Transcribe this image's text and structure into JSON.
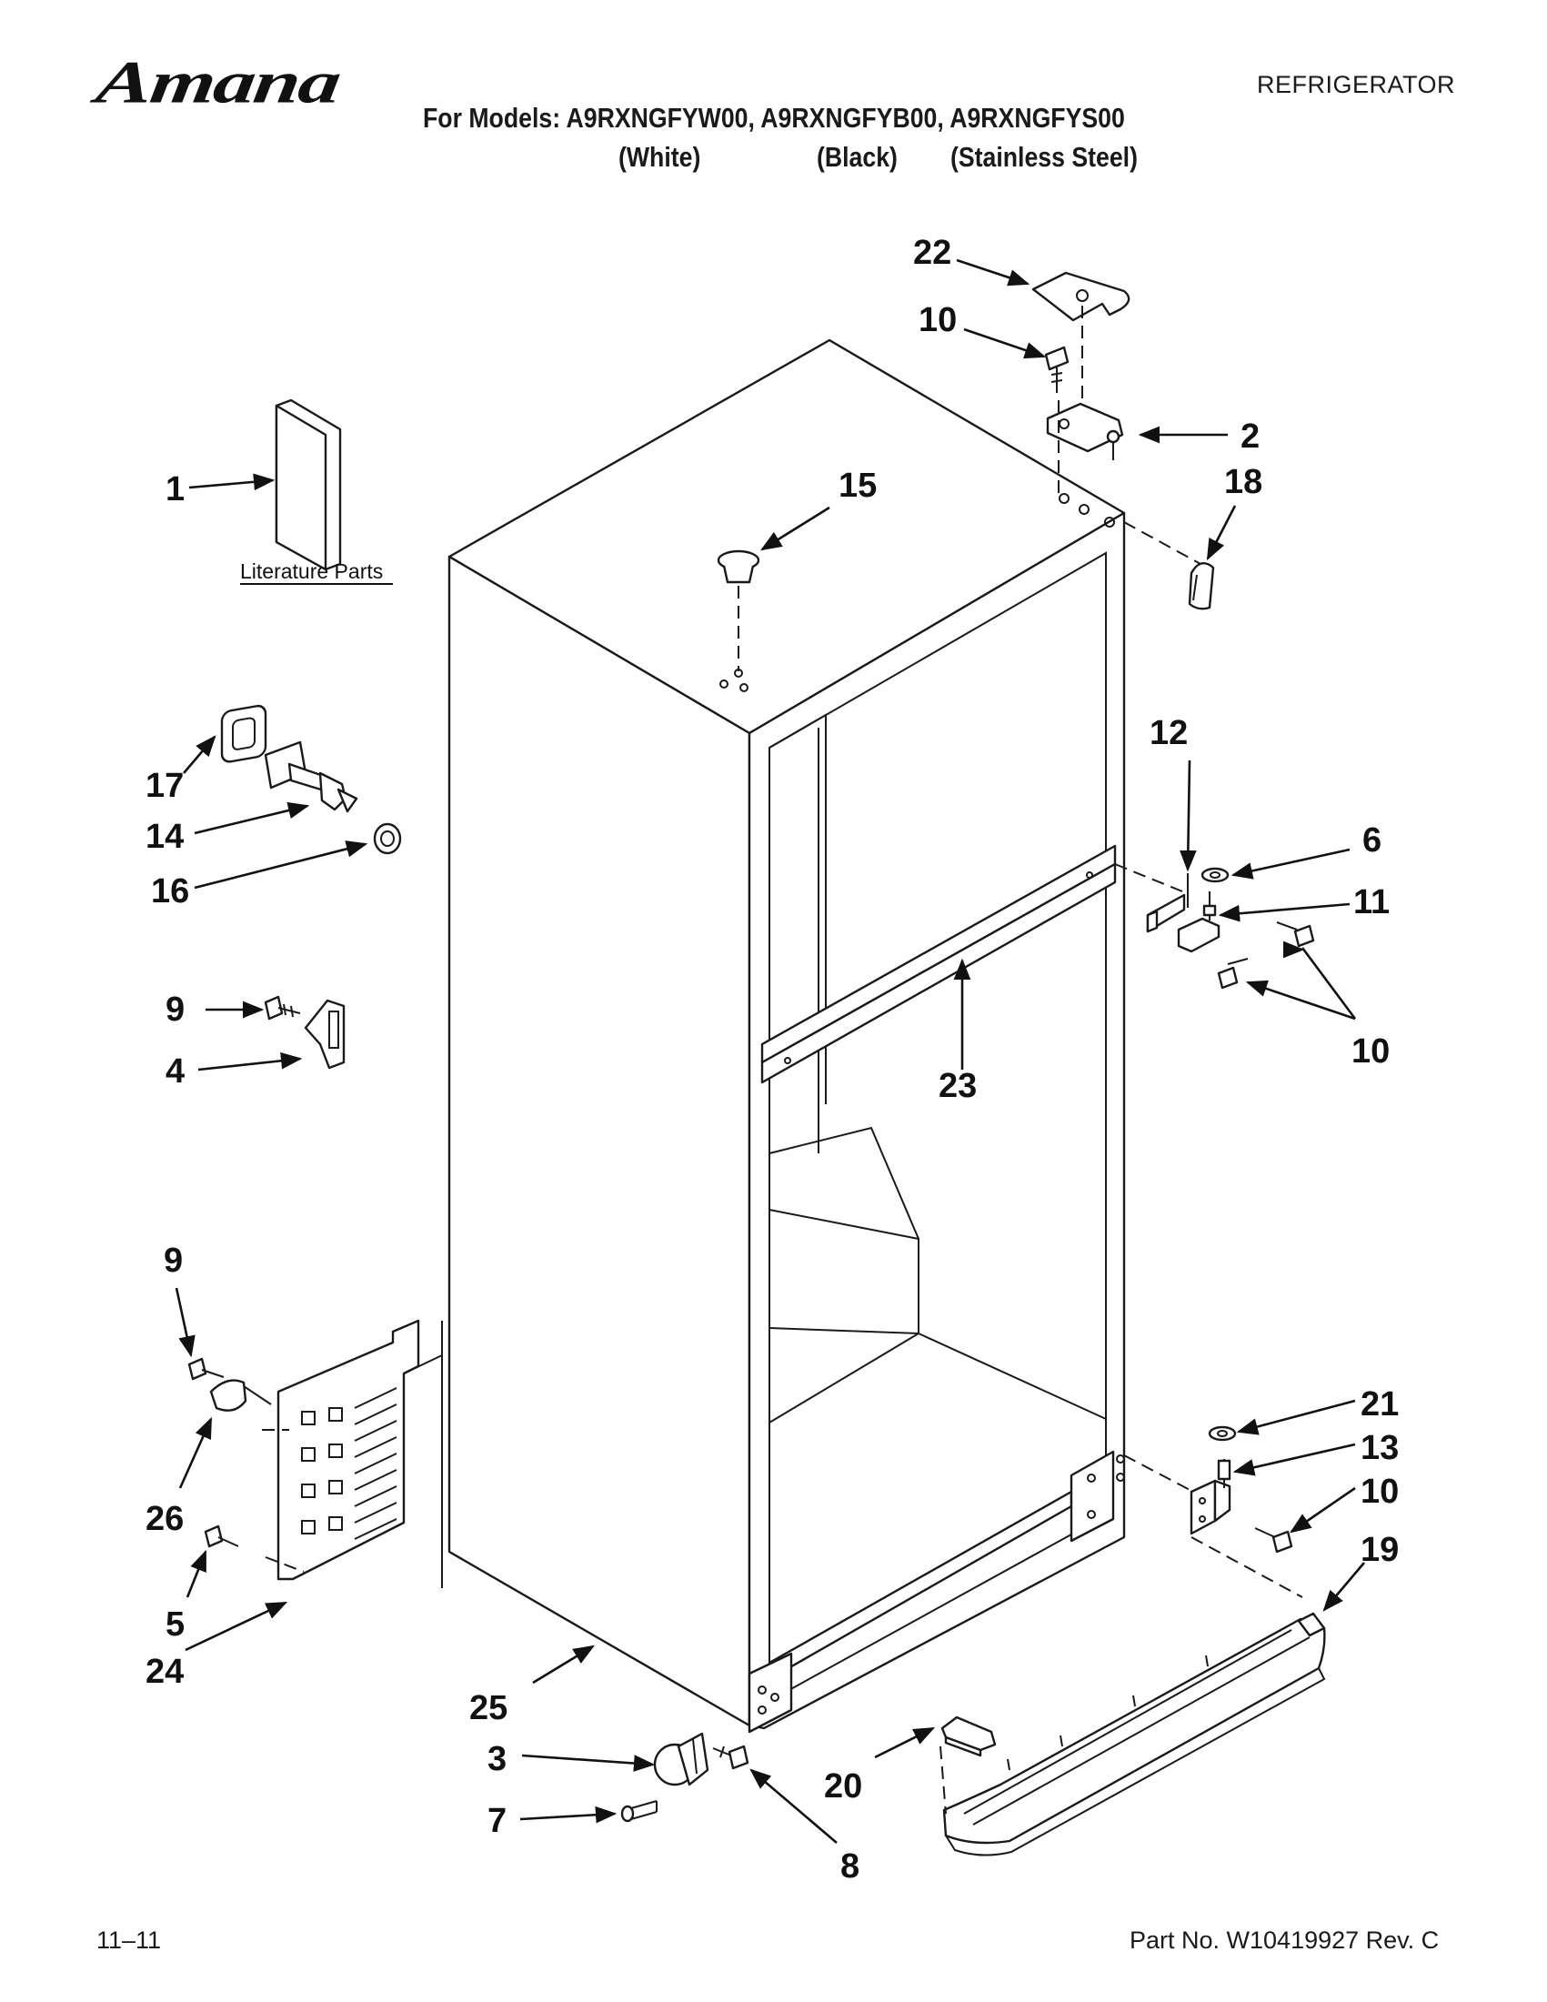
{
  "header": {
    "brand": "Amana",
    "category": "REFRIGERATOR",
    "models_line": "For Models: A9RXNGFYW00, A9RXNGFYB00, A9RXNGFYS00",
    "colors": [
      "(White)",
      "(Black)",
      "(Stainless Steel)"
    ]
  },
  "diagram": {
    "literature_label": "Literature Parts",
    "callouts": [
      "1",
      "22",
      "10",
      "2",
      "18",
      "15",
      "17",
      "14",
      "16",
      "12",
      "6",
      "11",
      "10",
      "9",
      "4",
      "23",
      "9",
      "26",
      "5",
      "24",
      "21",
      "13",
      "10",
      "19",
      "25",
      "3",
      "7",
      "8",
      "20"
    ]
  },
  "footer": {
    "date_code": "11–11",
    "part_number": "Part No. W10419927 Rev. C"
  }
}
